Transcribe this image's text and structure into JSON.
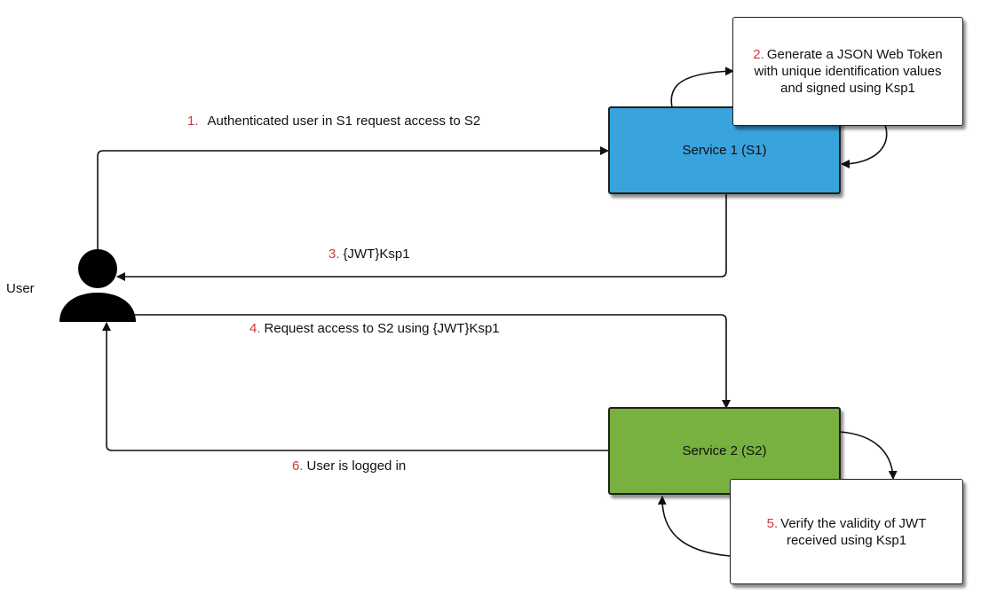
{
  "user_label": "User",
  "services": {
    "s1": {
      "label": "Service 1 (S1)",
      "color": "#39a3dd"
    },
    "s2": {
      "label": "Service 2 (S2)",
      "color": "#78b13f"
    }
  },
  "steps": [
    {
      "num": "1.",
      "text": "Authenticated user in S1 request access to S2"
    },
    {
      "num": "2.",
      "text": "Generate a JSON Web Token with unique identification values and signed using Ksp1"
    },
    {
      "num": "3.",
      "text": "{JWT}Ksp1"
    },
    {
      "num": "4.",
      "text": "Request access to S2 using {JWT}Ksp1"
    },
    {
      "num": "5.",
      "text": "Verify the validity of JWT received using Ksp1"
    },
    {
      "num": "6.",
      "text": "User is logged in"
    }
  ],
  "number_color": "#d0383a"
}
